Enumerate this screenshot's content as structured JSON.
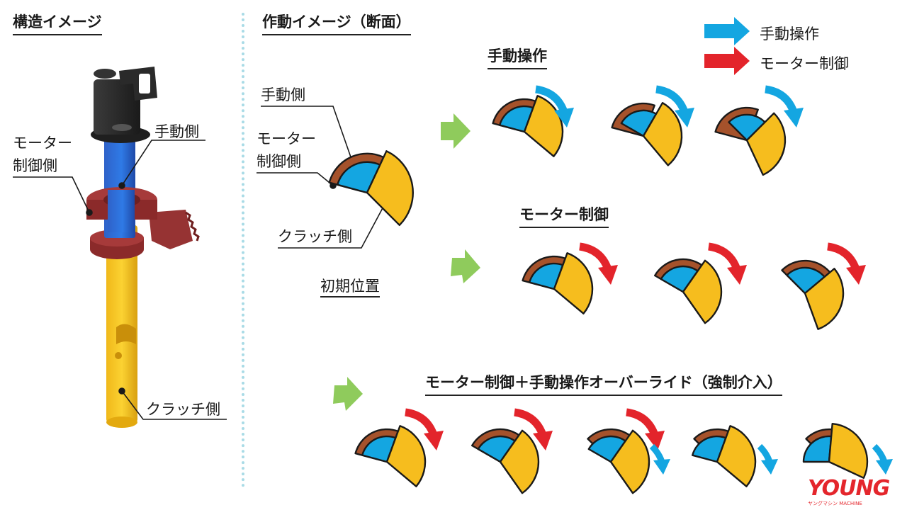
{
  "headings": {
    "structure": "構造イメージ",
    "operation": "作動イメージ（断面）",
    "manual": "手動操作",
    "motor": "モーター制御",
    "override": "モーター制御＋手動操作オーバーライド（強制介入）"
  },
  "legend": {
    "manual_label": "手動操作",
    "motor_label": "モーター制御"
  },
  "structure_labels": {
    "manual_side": "手動側",
    "motor_side_1": "モーター",
    "motor_side_2": "制御側",
    "clutch_side": "クラッチ側"
  },
  "initial_labels": {
    "manual_side": "手動側",
    "motor_side_1": "モーター",
    "motor_side_2": "制御側",
    "clutch_side": "クラッチ側",
    "initial_position": "初期位置"
  },
  "watermark": {
    "brand": "YOUNG",
    "sub": "ヤングマシン MACHINE"
  },
  "colors": {
    "manual_blue": "#14a6e1",
    "motor_red": "#e3242b",
    "brown": "#a5522b",
    "yellow": "#f6bd1e",
    "green_arrow": "#8fcb5c",
    "divider": "#a9dbe6"
  }
}
